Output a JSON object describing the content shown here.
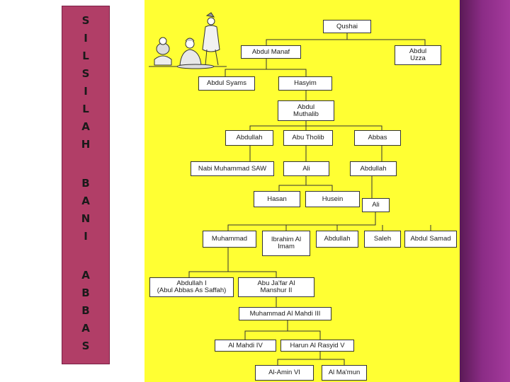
{
  "title": {
    "letters": [
      "S",
      "I",
      "L",
      "S",
      "I",
      "L",
      "A",
      "H",
      "B",
      "A",
      "N",
      "I",
      "A",
      "B",
      "B",
      "A",
      "S"
    ]
  },
  "tree": {
    "qushai": "Qushai",
    "abdul_manaf": "Abdul Manaf",
    "abdul_uzza": "Abdul\nUzza",
    "abdul_syams": "Abdul Syams",
    "hasyim": "Hasyim",
    "abdul_muthalib": "Abdul\nMuthalib",
    "abdullah": "Abdullah",
    "abu_tholib": "Abu Tholib",
    "abbas": "Abbas",
    "nabi_muhammad": "Nabi Muhammad SAW",
    "ali": "Ali",
    "abdullah_2": "Abdullah",
    "hasan": "Hasan",
    "husein": "Husein",
    "ali_2": "Ali",
    "muhammad": "Muhammad",
    "ibrahim": "Ibrahim Al\nImam",
    "abdullah_3": "Abdullah",
    "saleh": "Saleh",
    "abdul_samad": "Abdul Samad",
    "abdullah_saffah": "Abdullah I\n(Abul Abbas As Saffah)",
    "abu_jafar": "Abu Ja'far Al\nManshur II",
    "muhammad_mahdi": "Muhammad Al Mahdi III",
    "al_mahdi_iv": "Al Mahdi IV",
    "harun": "Harun Al Rasyid V",
    "al_amin": "Al-Amin VI",
    "al_mamun": "Al Ma'mun"
  },
  "colors": {
    "title_bg": "#b13e67",
    "chart_bg": "#ffff33",
    "strip": "#8b2c86"
  }
}
